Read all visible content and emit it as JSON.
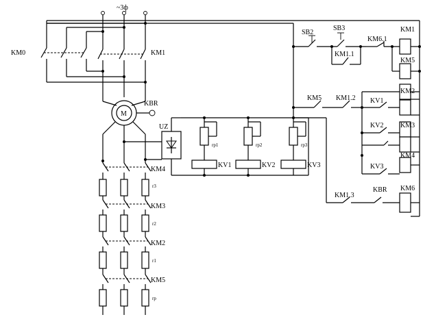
{
  "supply": "~3ф",
  "motor": {
    "label": "M",
    "brake": "KBR"
  },
  "uz": "UZ",
  "contacts": {
    "km0": "KM0",
    "km1": "KM1",
    "km4": "KM4",
    "km3": "KM3",
    "km2": "KM2",
    "km5": "KM5"
  },
  "resistors": {
    "r3": "r3",
    "r2": "r2",
    "r1": "r1",
    "rp": "rр"
  },
  "pots": {
    "p1": "rр1",
    "p2": "rр2",
    "p3": "rр3"
  },
  "relays": {
    "kv1": "KV1",
    "kv2": "KV2",
    "kv3": "KV3"
  },
  "control": {
    "sb2": "SB2",
    "sb3": "SB3",
    "km1_1": "KM1.1",
    "km6_1": "KM6.1",
    "km5": "KM5",
    "km1_2": "KM1.2",
    "kv1": "KV1",
    "kv2": "KV2",
    "kv3": "KV3",
    "km1_3": "KM1.3",
    "kbr": "KBR"
  },
  "coils": {
    "km1": "KM1",
    "km5": "KM5",
    "km2": "KM2",
    "km3": "KM3",
    "km4": "KM4",
    "km6": "KM6"
  }
}
